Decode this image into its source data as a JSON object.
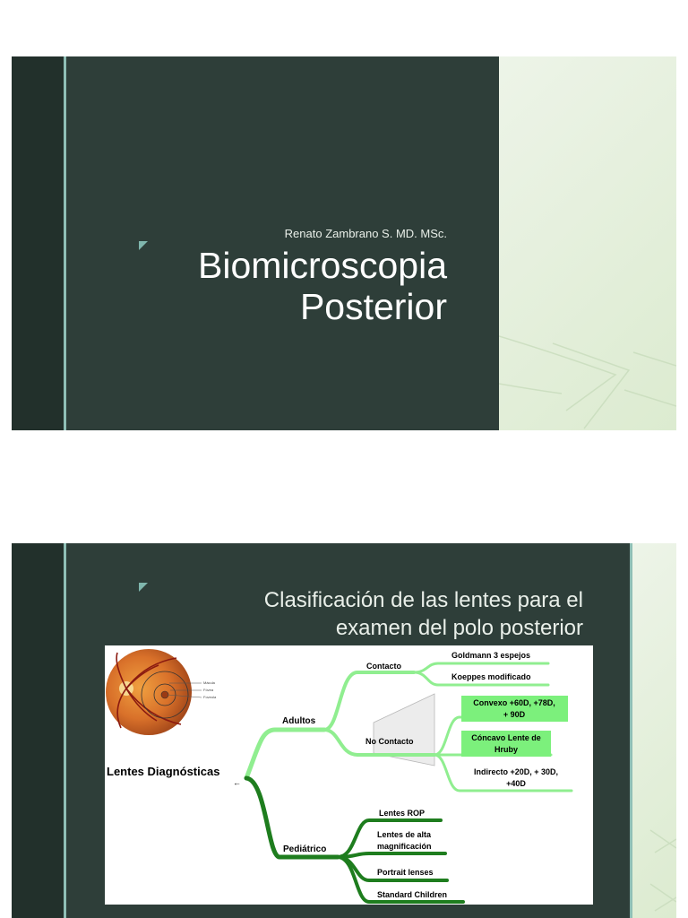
{
  "slides": [
    {
      "author": "Renato Zambrano S. MD. MSc.",
      "title_line1": "Biomicroscopia",
      "title_line2": "Posterior"
    },
    {
      "title_line1": "Clasificación de las lentes para el",
      "title_line2": "examen del polo posterior",
      "diagram": {
        "root": "Lentes Diagnósticas",
        "adultos": "Adultos",
        "contacto": "Contacto",
        "goldmann": "Goldmann 3 espejos",
        "koeppes": "Koeppes modificado",
        "no_contacto": "No Contacto",
        "convexo_l1": "Convexo +60D, +78D,",
        "convexo_l2": "+ 90D",
        "concavo_l1": "Cóncavo Lente de",
        "concavo_l2": "Hruby",
        "indirecto_l1": "Indirecto +20D, + 30D,",
        "indirecto_l2": "+40D",
        "pediatrico": "Pediátrico",
        "rop": "Lentes ROP",
        "alta_l1": "Lentes de alta",
        "alta_l2": "magnificación",
        "portrait": "Portrait lenses",
        "standard": "Standard Children",
        "fundus_labels": [
          "Mácula",
          "Fóvea",
          "Foveola"
        ]
      }
    }
  ],
  "colors": {
    "slide_dark": "#2e3e39",
    "stripe_dark": "#22302b",
    "accent_line": "#8fbfb6",
    "branch_light_green": "#90ee90",
    "branch_dark_green": "#1e7d1e",
    "highlight_green": "#7cf07c"
  }
}
